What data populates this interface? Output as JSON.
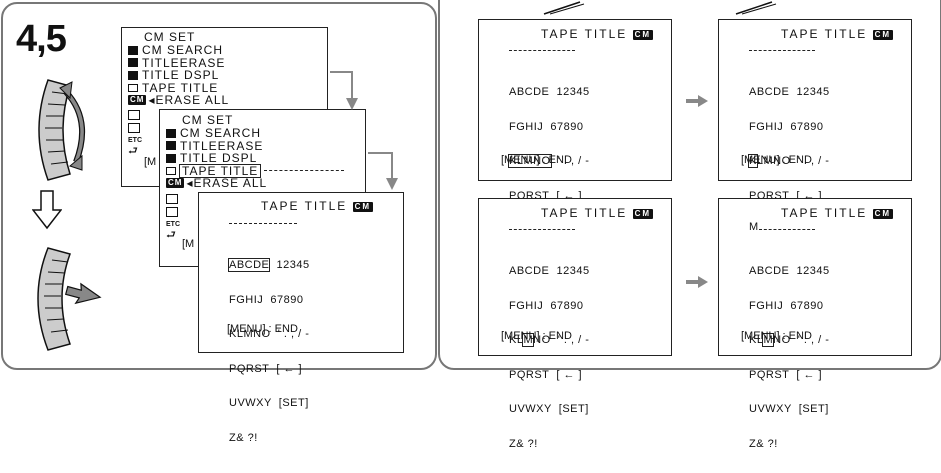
{
  "step_label": "4,5",
  "menu": {
    "header": "CM SET",
    "items": [
      "CM SEARCH",
      "TITLEERASE",
      "TITLE DSPL",
      "TAPE TITLE",
      "ERASE ALL"
    ],
    "side_labels": [
      "ETC"
    ],
    "fragment": "[M"
  },
  "tape_title": {
    "title": "TAPE TITLE",
    "icon_text": "CM",
    "rows_left": [
      "ABCDE",
      "FGHIJ",
      "KLMNO",
      "PQRST",
      "UVWXY",
      "Z& ?!"
    ],
    "rows_right": [
      "12345",
      "67890",
      "' . , / -",
      "[ ← ]",
      "[SET]",
      ""
    ],
    "end_label": "[MENU] : END",
    "entered_char": "M"
  }
}
